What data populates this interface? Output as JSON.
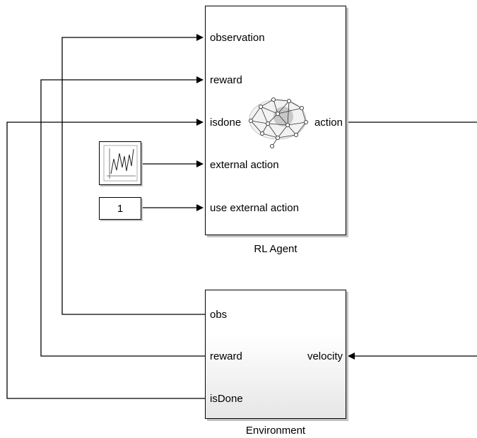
{
  "agent_block": {
    "caption": "RL Agent",
    "inputs": [
      "observation",
      "reward",
      "isdone",
      "external action",
      "use external action"
    ],
    "output": "action"
  },
  "environment_block": {
    "caption": "Environment",
    "outputs": [
      "obs",
      "reward",
      "isDone"
    ],
    "input": "velocity"
  },
  "constant_block": {
    "value": "1"
  },
  "icons": {
    "agent": "neural-network-icon",
    "source": "signal-scope-icon"
  },
  "colors": {
    "line": "#000000",
    "shadow": "#c4c4c4"
  }
}
